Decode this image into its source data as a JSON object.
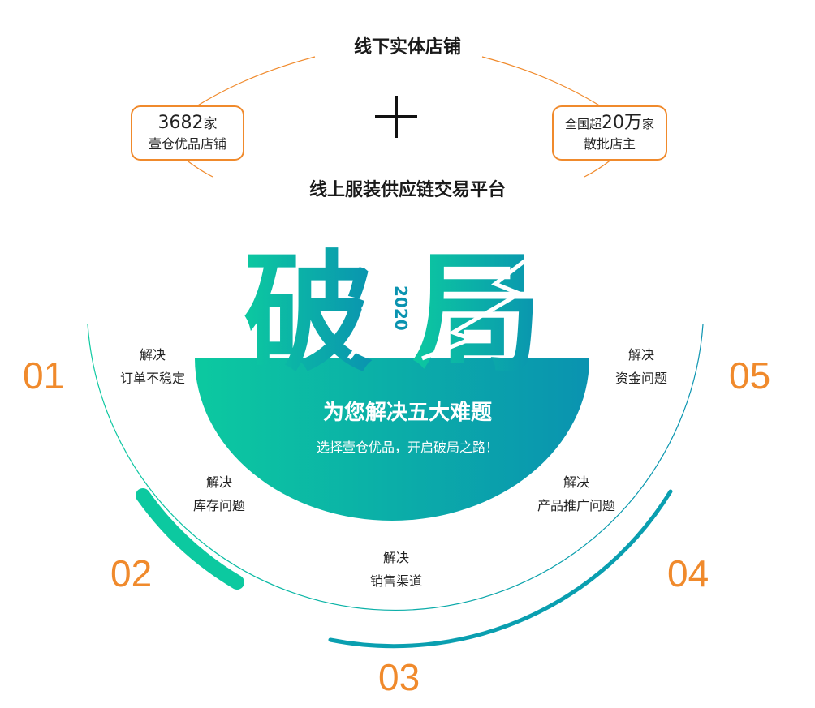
{
  "header": {
    "top_title": "线下实体店铺",
    "plus_symbol": "+",
    "bottom_title": "线上服装供应链交易平台"
  },
  "badges": {
    "left": {
      "number": "3682",
      "unit": "家",
      "caption": "壹仓优品店铺"
    },
    "right": {
      "prefix": "全国超",
      "number": "20万",
      "unit": "家",
      "caption": "散批店主"
    }
  },
  "hero": {
    "main_chars": [
      "破",
      "局"
    ],
    "year": "2020",
    "headline": "为您解决五大难题",
    "tagline": "选择壹仓优品，开启破局之路！"
  },
  "issues": [
    {
      "number": "01",
      "verb": "解决",
      "topic": "订单不稳定"
    },
    {
      "number": "02",
      "verb": "解决",
      "topic": "库存问题"
    },
    {
      "number": "03",
      "verb": "解决",
      "topic": "销售渠道"
    },
    {
      "number": "04",
      "verb": "解决",
      "topic": "产品推广问题"
    },
    {
      "number": "05",
      "verb": "解决",
      "topic": "资金问题"
    }
  ],
  "colors": {
    "accent_orange": "#f08a2c",
    "teal_start": "#0cc9a0",
    "teal_end": "#0a93b0"
  }
}
